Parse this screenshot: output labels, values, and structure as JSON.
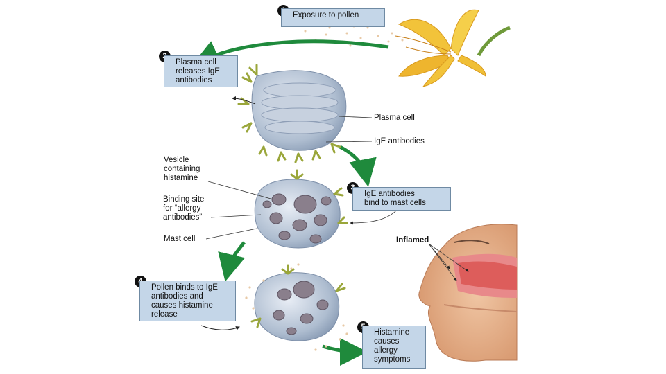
{
  "steps": [
    {
      "number": "1",
      "text": "Exposure to pollen"
    },
    {
      "number": "2",
      "text": "Plasma cell\nreleases IgE\nantibodies"
    },
    {
      "number": "3",
      "text": "IgE antibodies\nbind to mast cells"
    },
    {
      "number": "4",
      "text": "Pollen binds to IgE\nantibodies and\ncauses histamine\nrelease"
    },
    {
      "number": "5",
      "text": "Histamine\ncauses\nallergy\nsymptoms"
    }
  ],
  "labels": {
    "plasma_cell": "Plasma cell",
    "ige_antibodies": "IgE antibodies",
    "vesicle": "Vesicle\ncontaining\nhistamine",
    "binding_site": "Binding site\nfor “allergy\nantibodies”",
    "mast_cell": "Mast cell",
    "inflamed": "Inflamed"
  },
  "colors": {
    "arrow": "#1f8a3c",
    "box": "#c4d6e8",
    "cell": "#a9b8cc",
    "antibody": "#9aa63a",
    "petal": "#f2c33a",
    "skin": "#e9b48f",
    "inflamed": "#d9534f"
  }
}
